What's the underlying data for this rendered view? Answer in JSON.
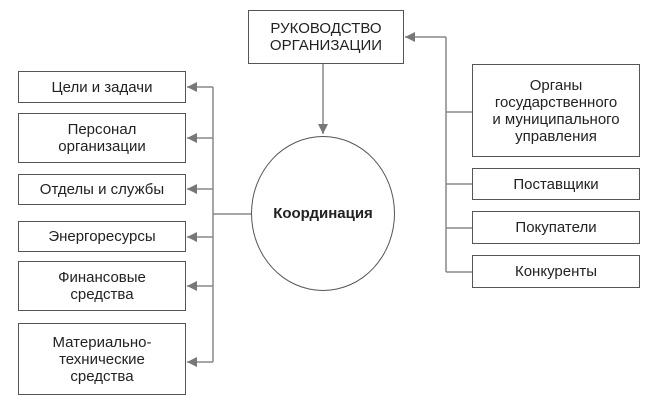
{
  "top": {
    "label": "РУКОВОДСТВО\nОРГАНИЗАЦИИ"
  },
  "center": {
    "label": "Координация"
  },
  "left_items": [
    "Цели и задачи",
    "Персонал\nорганизации",
    "Отделы и службы",
    "Энергоресурсы",
    "Финансовые\nсредства",
    "Материально-\nтехнические\nсредства"
  ],
  "right_items": [
    "Органы\nгосударственного\nи муниципального\nуправления",
    "Поставщики",
    "Покупатели",
    "Конкуренты"
  ]
}
